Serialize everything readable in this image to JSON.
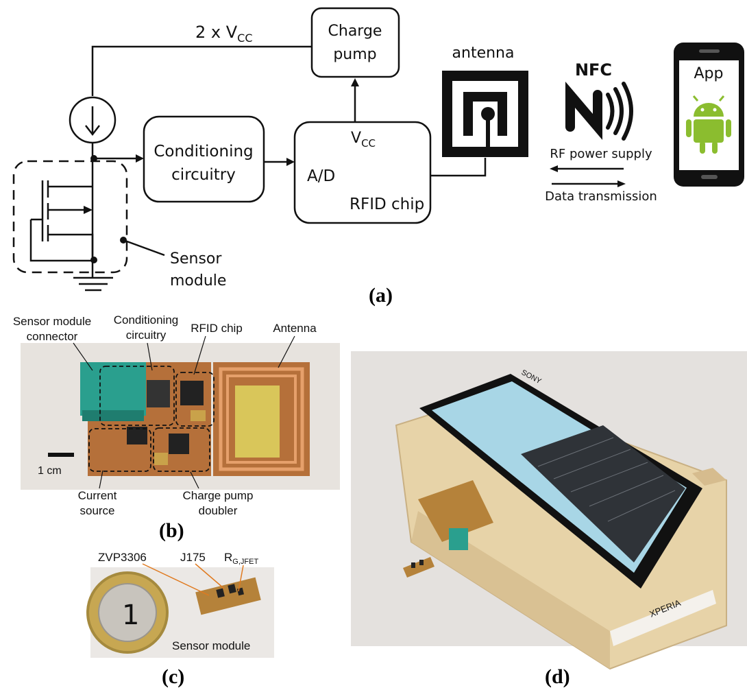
{
  "panel_a": {
    "vcc2_prefix": "2 x V",
    "vcc2_sub": "CC",
    "charge_pump": [
      "Charge",
      "pump"
    ],
    "conditioning": [
      "Conditioning",
      "circuitry"
    ],
    "vcc_main": "V",
    "vcc_sub": "CC",
    "ad": "A/D",
    "rfid_chip": "RFID chip",
    "antenna": "antenna",
    "nfc": "NFC",
    "rf_power": "RF power supply",
    "data_tx": "Data transmission",
    "app": "App",
    "sensor_module": [
      "Sensor",
      "module"
    ],
    "caption": "(a)"
  },
  "panel_b": {
    "sensor_connector": [
      "Sensor module",
      "connector"
    ],
    "conditioning": [
      "Conditioning",
      "circuitry"
    ],
    "rfid_chip": "RFID chip",
    "antenna": "Antenna",
    "scale": "1 cm",
    "current_source": [
      "Current",
      "source"
    ],
    "charge_pump": [
      "Charge pump",
      "doubler"
    ],
    "caption": "(b)"
  },
  "panel_c": {
    "zvp": "ZVP3306",
    "j175": "J175",
    "rg_main": "R",
    "rg_sub": "G,JFET",
    "sensor_module": "Sensor module",
    "caption": "(c)"
  },
  "panel_d": {
    "caption": "(d)",
    "brand_top": "SONY",
    "brand_side": "XPERIA"
  },
  "colors": {
    "pcb": "#b5703a",
    "connector": "#2a9f8e",
    "android": "#8bbd2f",
    "wood": "#e7d3a8",
    "screen": "#a8d6e6"
  }
}
